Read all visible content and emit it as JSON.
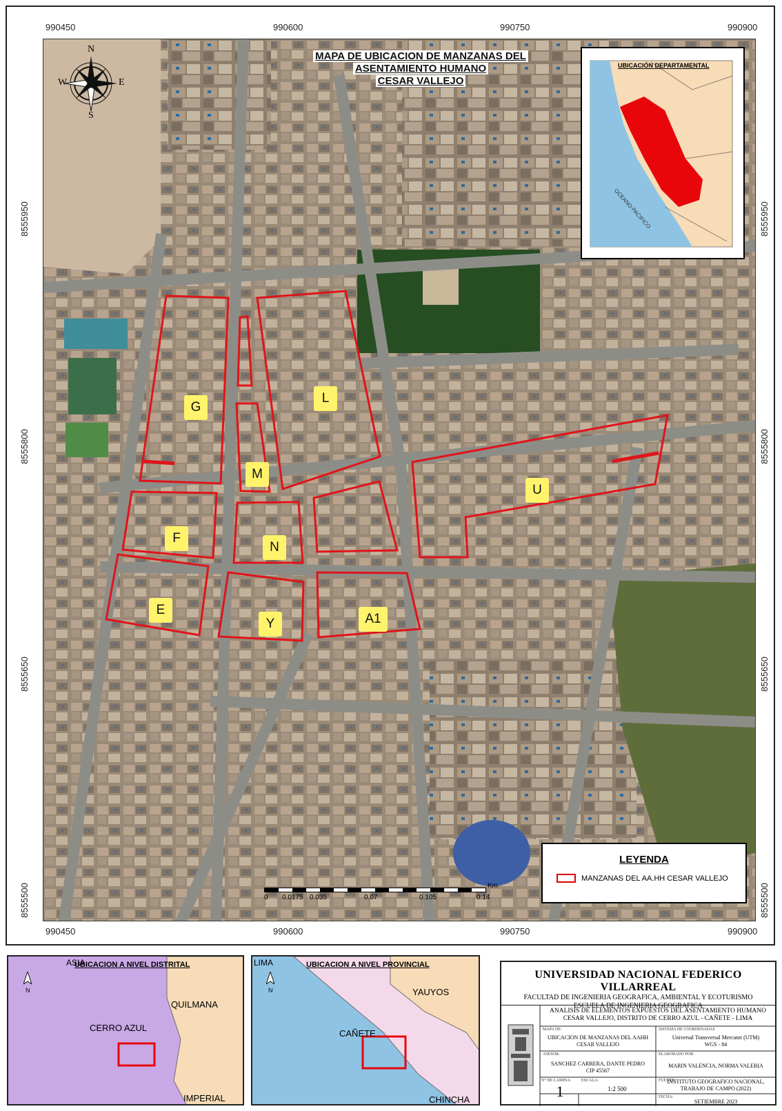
{
  "map": {
    "title_lines": [
      "MAPA DE UBICACION DE MANZANAS DEL",
      "ASENTAMIENTO HUMANO",
      "CESAR VALLEJO"
    ],
    "x_coords_top": [
      "990450",
      "990600",
      "990750",
      "990900"
    ],
    "x_coords_bottom": [
      "990450",
      "990600",
      "990750",
      "990900"
    ],
    "y_coords": [
      "8555950",
      "8555800",
      "8555650",
      "8555500"
    ],
    "compass": {
      "n": "N",
      "s": "S",
      "e": "E",
      "w": "W"
    },
    "blocks": [
      "G",
      "L",
      "M",
      "U",
      "F",
      "N",
      "E",
      "Y",
      "A1"
    ],
    "block_outline_color": "#e0141a"
  },
  "inset_departamental": {
    "title": "UBICACIÓN DEPARTAMENTAL",
    "ocean_label": "OCEANO PACIFICO",
    "highlight_color": "#e8060b"
  },
  "legend": {
    "title": "LEYENDA",
    "item": "MANZANAS DEL AA.HH CESAR VALLEJO"
  },
  "scale_bar": {
    "ticks": [
      "0",
      "0.0175",
      "0.035",
      "0.07",
      "0.105",
      "0.14"
    ],
    "unit": "Km"
  },
  "distrital": {
    "title": "UBICACION A NIVEL DISTRITAL",
    "corner_label": "ASIA",
    "north": "N",
    "labels": [
      "QUILMANA",
      "CERRO AZUL",
      "IMPERIAL"
    ]
  },
  "provincial": {
    "title": "UBICACION A NIVEL PROVINCIAL",
    "corner_label": "LIMA",
    "north": "N",
    "labels": [
      "YAUYOS",
      "CAÑETE",
      "CHINCHA"
    ]
  },
  "title_block": {
    "university": "UNIVERSIDAD NACIONAL FEDERICO VILLARREAL",
    "faculty": "FACULTAD DE INGENIERIA GEOGRAFICA, AMBIENTAL Y ECOTURISMO",
    "school": "ESCUELA DE INGENIERIA GEOGRAFICA",
    "project": [
      "ANALISIS DE ELEMENTOS EXPUESTOS DEL ASENTAMIENTO HUMANO",
      "CESAR VALLEJO, DISTRITO DE CERRO AZUL - CAÑETE - LIMA"
    ],
    "map_label": "MAPA DE:",
    "map_value": [
      "UBICACION DE MANZANAS DEL AAHH",
      "CESAR VALLEJO"
    ],
    "coord_label": "SISTEMA DE COORDENADAS",
    "coord_value": [
      "Universal Transversal Mercator (UTM)",
      "WGS - 84"
    ],
    "advisor_label": "ASESOR:",
    "advisor_value": [
      "SANCHEZ CARRERA, DANTE PEDRO",
      "CIP 45567"
    ],
    "author_label": "ELABORADO POR:",
    "author_value": "MARIN VALENCIA, NORMA VALERIA",
    "source_label": "FUENTE:",
    "source_value": [
      "INSTITUTO GEOGRAFICO NACIONAL,",
      "TRABAJO DE CAMPO (2022)"
    ],
    "sheet_label": "N° DE LAMINA:",
    "sheet_value": "1",
    "scale_label": "ESCALA:",
    "scale_value": "1:2 500",
    "date_label": "FECHA:",
    "date_value": "SETIEMBRE 2023"
  }
}
